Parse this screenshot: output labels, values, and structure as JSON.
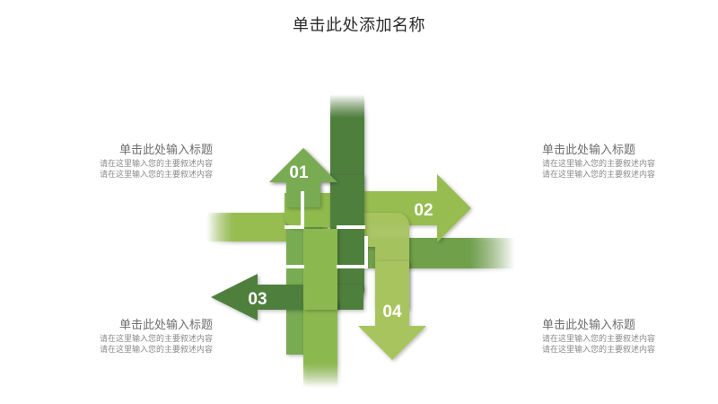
{
  "slide": {
    "title": "单击此处添加名称",
    "background_color": "#ffffff"
  },
  "text_blocks": [
    {
      "id": "top-left",
      "position": "top-left",
      "align": "right",
      "heading": "单击此处输入标题",
      "body_line_1": "请在这里输入您的主要叙述内容",
      "body_line_2": "请在这里输入您的主要叙述内容",
      "heading_color": "#6e6e6e",
      "body_color": "#8a8a8a"
    },
    {
      "id": "top-right",
      "position": "top-right",
      "align": "left",
      "heading": "单击此处输入标题",
      "body_line_1": "请在这里输入您的主要叙述内容",
      "body_line_2": "请在这里输入您的主要叙述内容",
      "heading_color": "#6e6e6e",
      "body_color": "#8a8a8a"
    },
    {
      "id": "bottom-left",
      "position": "bottom-left",
      "align": "right",
      "heading": "单击此处输入标题",
      "body_line_1": "请在这里输入您的主要叙述内容",
      "body_line_2": "请在这里输入您的主要叙述内容",
      "heading_color": "#6e6e6e",
      "body_color": "#8a8a8a"
    },
    {
      "id": "bottom-right",
      "position": "bottom-right",
      "align": "left",
      "heading": "单击此处输入标题",
      "body_line_1": "请在这里输入您的主要叙述内容",
      "body_line_2": "请在这里输入您的主要叙述内容",
      "heading_color": "#6e6e6e",
      "body_color": "#8a8a8a"
    }
  ],
  "diagram": {
    "type": "interlocking-arrows",
    "description": "Four woven arrows pointing up, right, left and down through a central crossing, plus four fading straight bars",
    "arrows": [
      {
        "number": "01",
        "direction": "up",
        "color": "#79ab52",
        "label_color": "#ffffff"
      },
      {
        "number": "02",
        "direction": "right",
        "color": "#97bd51",
        "label_color": "#ffffff"
      },
      {
        "number": "03",
        "direction": "left",
        "color": "#4f7f3c",
        "label_color": "#ffffff"
      },
      {
        "number": "04",
        "direction": "down",
        "color": "#a8c45f",
        "label_color": "#ffffff"
      }
    ],
    "bars": [
      {
        "id": "bar-top",
        "orientation": "vertical",
        "color": "#4f7f3c",
        "fade": "top"
      },
      {
        "id": "bar-left",
        "orientation": "horizontal",
        "color": "#97bd51",
        "fade": "left"
      },
      {
        "id": "bar-right",
        "orientation": "horizontal",
        "color": "#6fa04a",
        "fade": "right"
      },
      {
        "id": "bar-bottom",
        "orientation": "vertical",
        "color": "#8cb94f",
        "fade": "bottom"
      }
    ],
    "palette": {
      "dark_green": "#4f7f3c",
      "mid_green": "#6fa04a",
      "green": "#79ab52",
      "light_green": "#97bd51",
      "pale_green": "#a8c45f"
    }
  }
}
